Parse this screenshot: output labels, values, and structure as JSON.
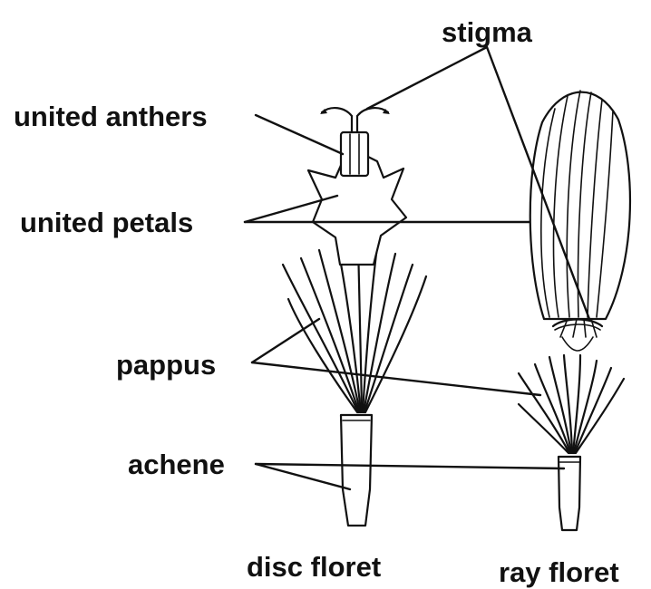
{
  "labels": {
    "stigma": "stigma",
    "united_anthers": "united anthers",
    "united_petals": "united petals",
    "pappus": "pappus",
    "achene": "achene",
    "disc_floret": "disc floret",
    "ray_floret": "ray floret"
  }
}
